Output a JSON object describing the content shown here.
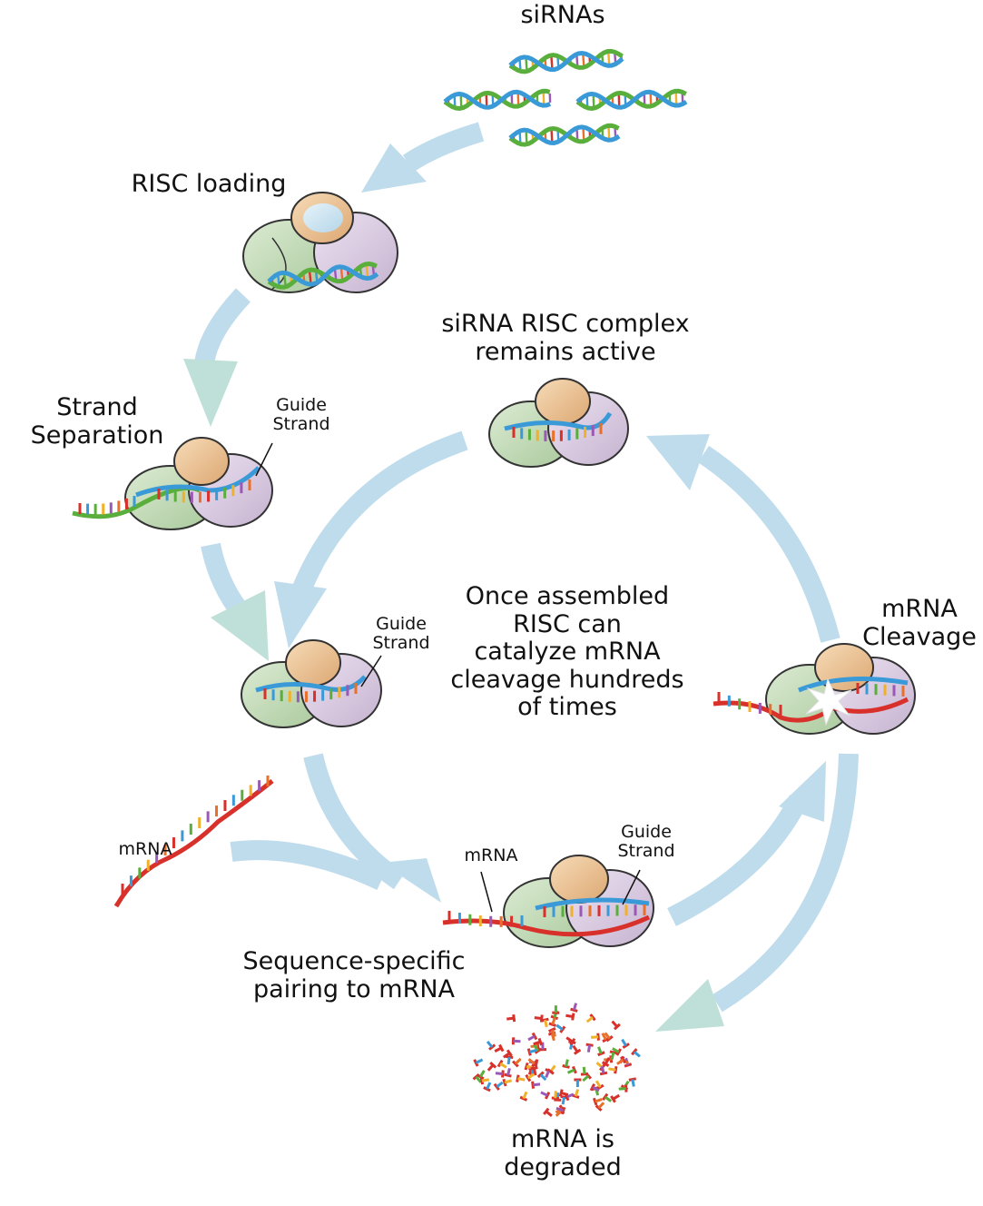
{
  "labels": {
    "sirnas": "siRNAs",
    "risc_loading": "RISC loading",
    "strand_separation": "Strand\nSeparation",
    "guide_strand_1": "Guide\nStrand",
    "active_complex": "siRNA RISC complex\nremains active",
    "guide_strand_2": "Guide\nStrand",
    "center_note": "Once assembled\nRISC can\ncatalyze mRNA\ncleavage hundreds\nof times",
    "mrna_cleavage": "mRNA\nCleavage",
    "mrna_free": "mRNA",
    "mrna_bound": "mRNA",
    "guide_strand_3": "Guide\nStrand",
    "pairing": "Sequence-specific\npairing to mRNA",
    "degraded": "mRNA is\ndegraded"
  },
  "colors": {
    "arrow": "#bfdcec",
    "arrow_head_alt": "#bfe0d8",
    "protein_green": "#c9dfc0",
    "protein_purple": "#ddd0e4",
    "protein_tan": "#efc99a",
    "protein_blue": "#cfe6f2",
    "strand_blue": "#3a9ad8",
    "strand_green": "#5aae3c",
    "strand_red": "#d8302a"
  }
}
